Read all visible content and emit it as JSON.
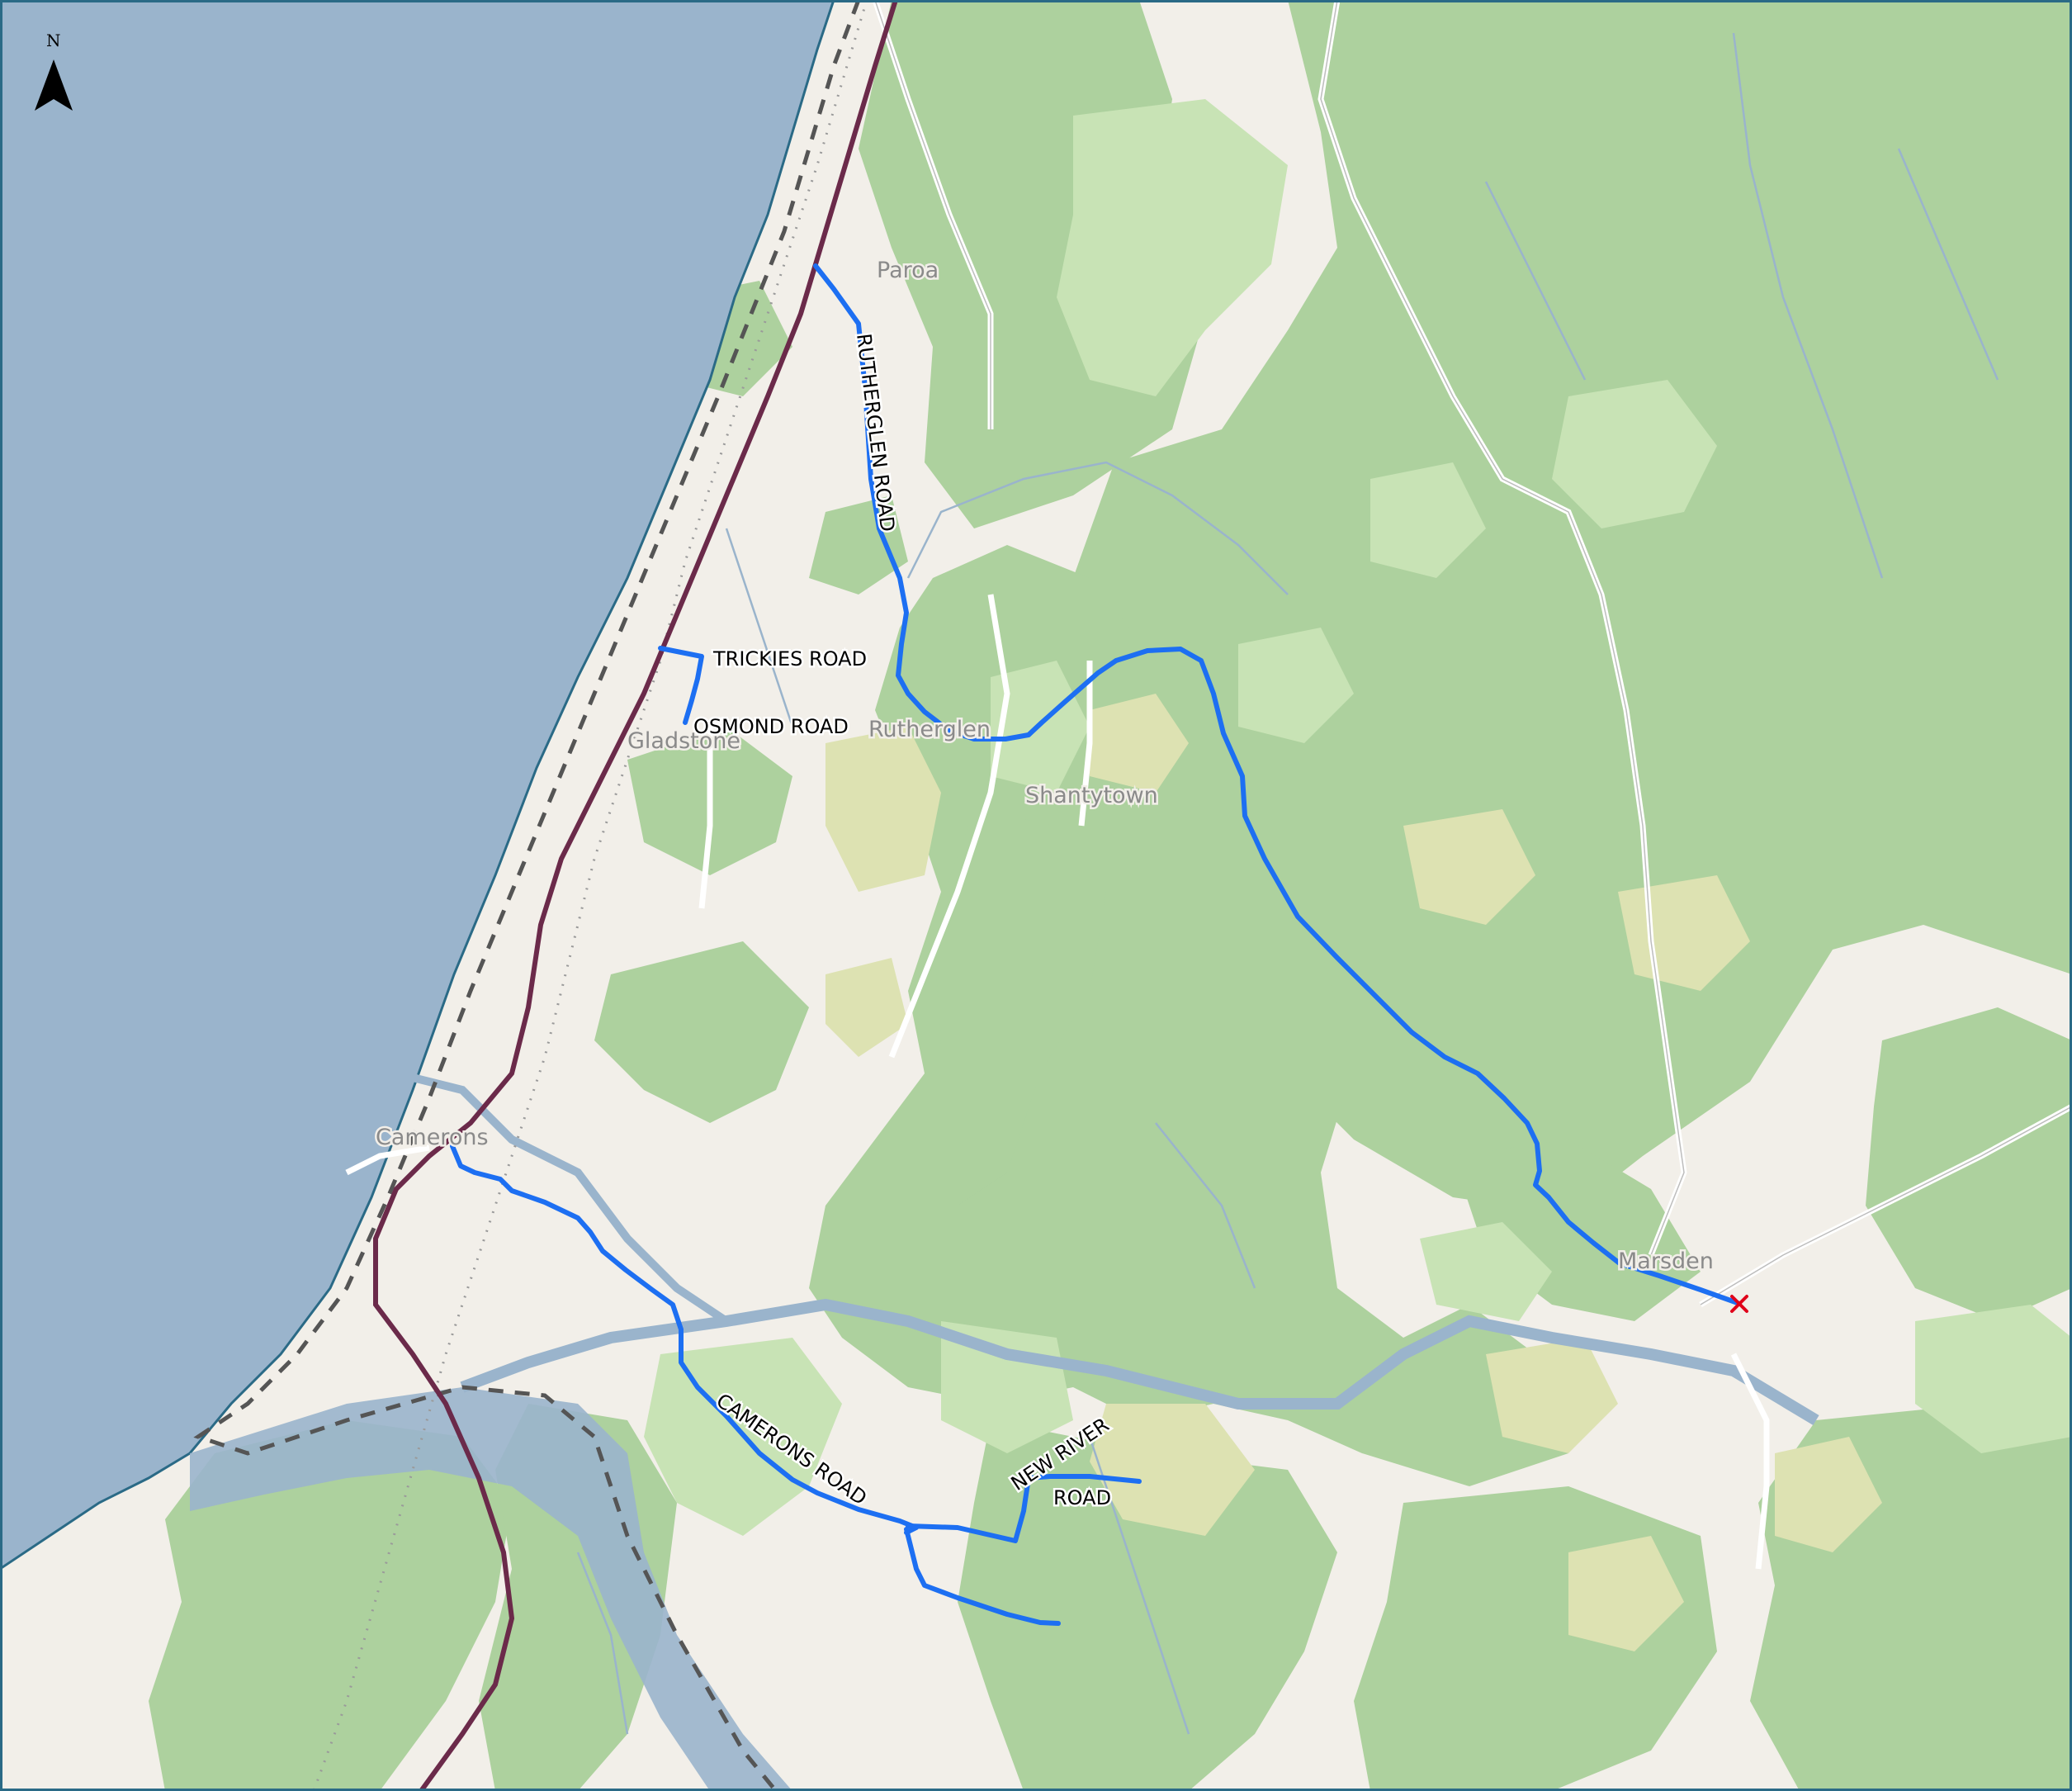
{
  "map": {
    "north_label": "N",
    "places": {
      "paroa": "Paroa",
      "gladstone": "Gladstone",
      "rutherglen": "Rutherglen",
      "shantytown": "Shantytown",
      "camerons": "Camerons",
      "marsden": "Marsden"
    },
    "roads": {
      "rutherglen": "RUTHERGLEN ROAD",
      "trickies": "TRICKIES ROAD",
      "osmond": "OSMOND ROAD",
      "camerons": "CAMERONS ROAD",
      "new_river_1": "NEW RIVER",
      "new_river_2": "ROAD"
    },
    "colors": {
      "sea": "#9ab4cc",
      "land": "#f2efe9",
      "forest": "#add19e",
      "forest_light": "#c8e3b5",
      "scrub": "#dde2b2",
      "route": "#1d6ff2",
      "highway": "#6b2a4a",
      "marker": "#e0001a"
    }
  }
}
